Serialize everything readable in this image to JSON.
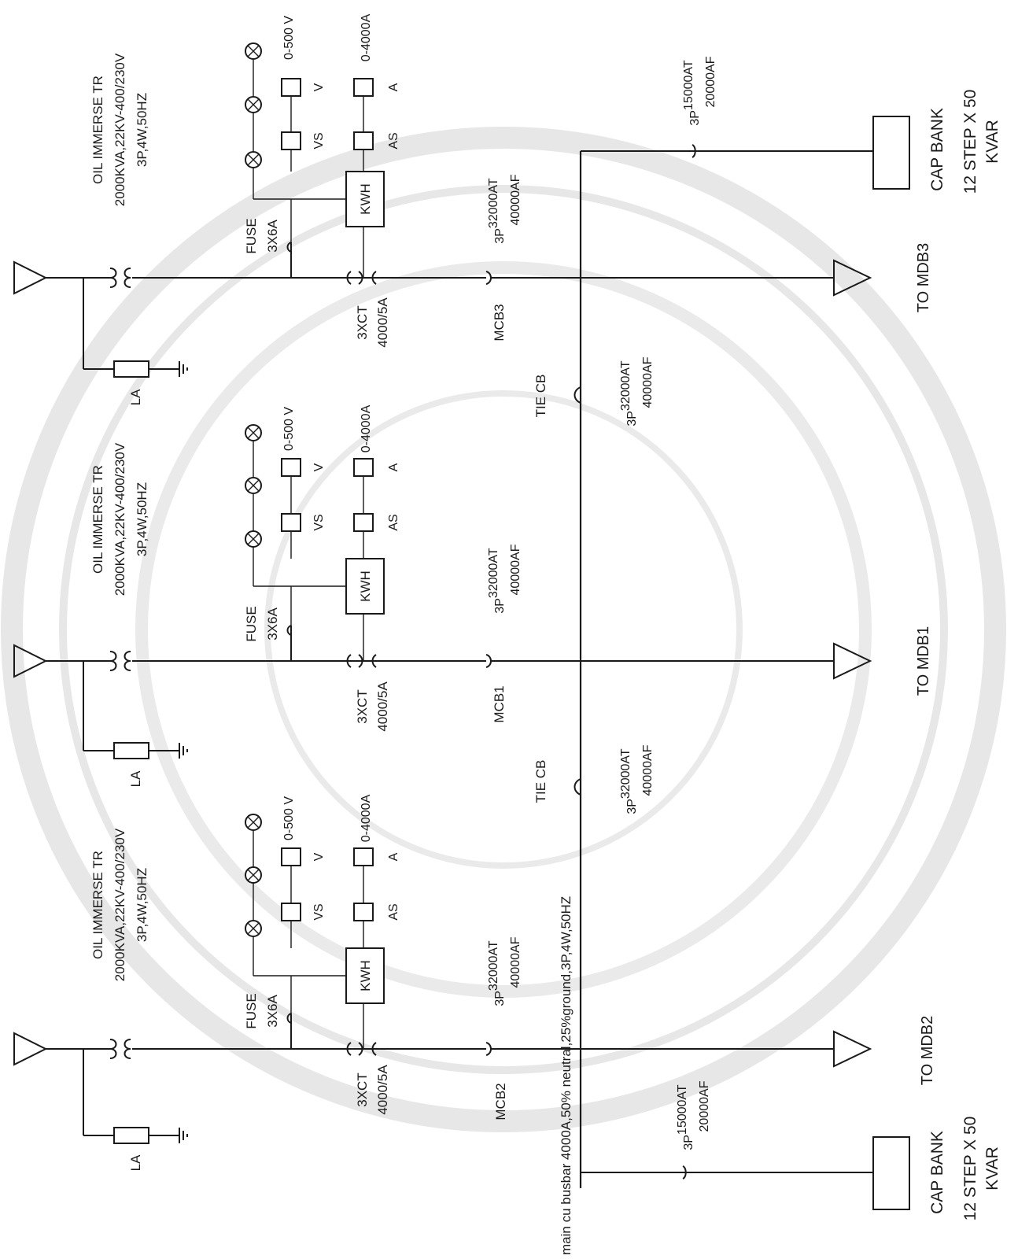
{
  "transformer_title": "OIL IMMERSE  TR",
  "transformer_rating": "2000KVA,22KV-400/230V",
  "transformer_system": "3P,4W,50HZ",
  "la_label": "LA",
  "fuse_label": "FUSE",
  "fuse_rating": "3X6A",
  "kwh_label": "KWH",
  "vs_label": "VS",
  "as_label": "AS",
  "v_label": "V",
  "a_label": "A",
  "voltmeter_range": "0-500 V",
  "ammeter_range": "0-4000A",
  "ct_label": "3XCT",
  "ct_ratio": "4000/5A",
  "breaker_poles": "3P",
  "breaker_at": "32000AT",
  "breaker_af": "40000AF",
  "tie_label": "TIE CB",
  "cap_breaker_at": "15000AT",
  "cap_breaker_af": "20000AF",
  "cap_bank_line1": "CAP  BANK",
  "cap_bank_line2": "12 STEP  X  50",
  "cap_bank_line3": "KVAR",
  "busbar_label": "main cu busbar 4000A,50% neutral,25%ground,3P,4W,50HZ",
  "feeders": [
    {
      "mcb": "MCB2",
      "to": "TO MDB2"
    },
    {
      "mcb": "MCB1",
      "to": "TO MDB1"
    },
    {
      "mcb": "MCB3",
      "to": "TO MDB3"
    }
  ]
}
